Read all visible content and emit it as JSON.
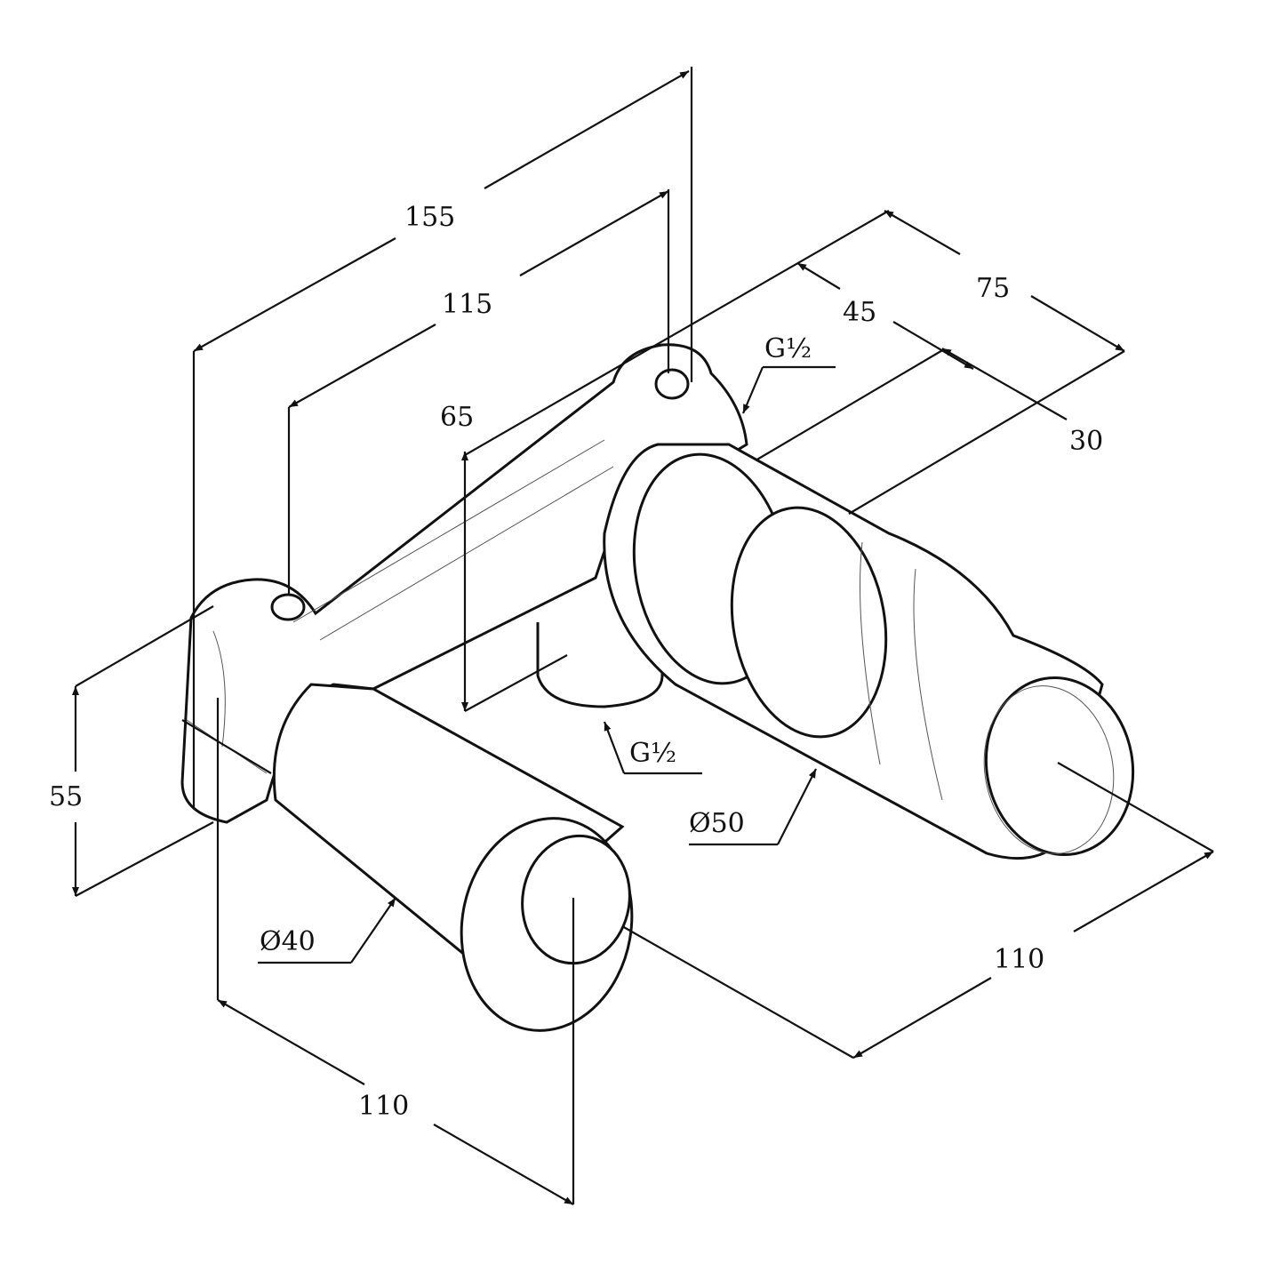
{
  "title": "Wall-mounted concealed mixer body dimension drawing",
  "dimensions": {
    "overall_depth": "155",
    "mounting_hole_spacing": "115",
    "height": "65",
    "offset_45": "45",
    "offset_75": "75",
    "offset_30": "30",
    "thread_top": "G½",
    "thread_bottom": "G½",
    "bracket_height": "55",
    "small_diameter": "Ø40",
    "large_diameter": "Ø50",
    "spout_projection": "110",
    "axis_spacing": "110"
  },
  "colors": {
    "line": "#111111",
    "background": "#ffffff"
  }
}
